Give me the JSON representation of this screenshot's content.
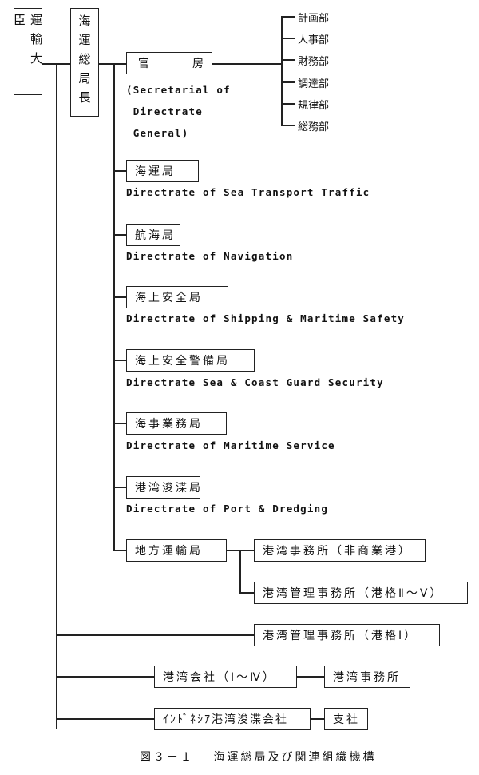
{
  "minister": "運輸大臣",
  "director_general": "海運総局長",
  "secretariat": {
    "label": "官　　　房",
    "english": "(Secretarial of\n Directrate\n General)"
  },
  "secretariat_divisions": [
    "計画部",
    "人事部",
    "財務部",
    "調達部",
    "規律部",
    "総務部"
  ],
  "directorates": [
    {
      "label": "海運局",
      "english": "Directrate of Sea Transport Traffic"
    },
    {
      "label": "航海局",
      "english": "Directrate of Navigation"
    },
    {
      "label": "海上安全局",
      "english": "Directrate of Shipping & Maritime Safety"
    },
    {
      "label": "海上安全警備局",
      "english": "Directrate Sea & Coast Guard Security"
    },
    {
      "label": "海事業務局",
      "english": "Directrate of Maritime Service"
    },
    {
      "label": "港湾浚渫局",
      "english": "Directrate of Port & Dredging"
    }
  ],
  "regional": {
    "label": "地方運輸局",
    "children": [
      "港湾事務所（非商業港）",
      "港湾管理事務所（港格Ⅱ～Ⅴ）"
    ]
  },
  "port_admin_class1": "港湾管理事務所（港格Ⅰ）",
  "port_corp": {
    "label": "港湾会社（Ⅰ～Ⅳ）",
    "child": "港湾事務所"
  },
  "dredging_corp": {
    "label": "ｲﾝﾄﾞﾈｼｱ港湾浚渫会社",
    "child": "支社"
  },
  "caption": "図３－１　 海運総局及び関連組織機構"
}
